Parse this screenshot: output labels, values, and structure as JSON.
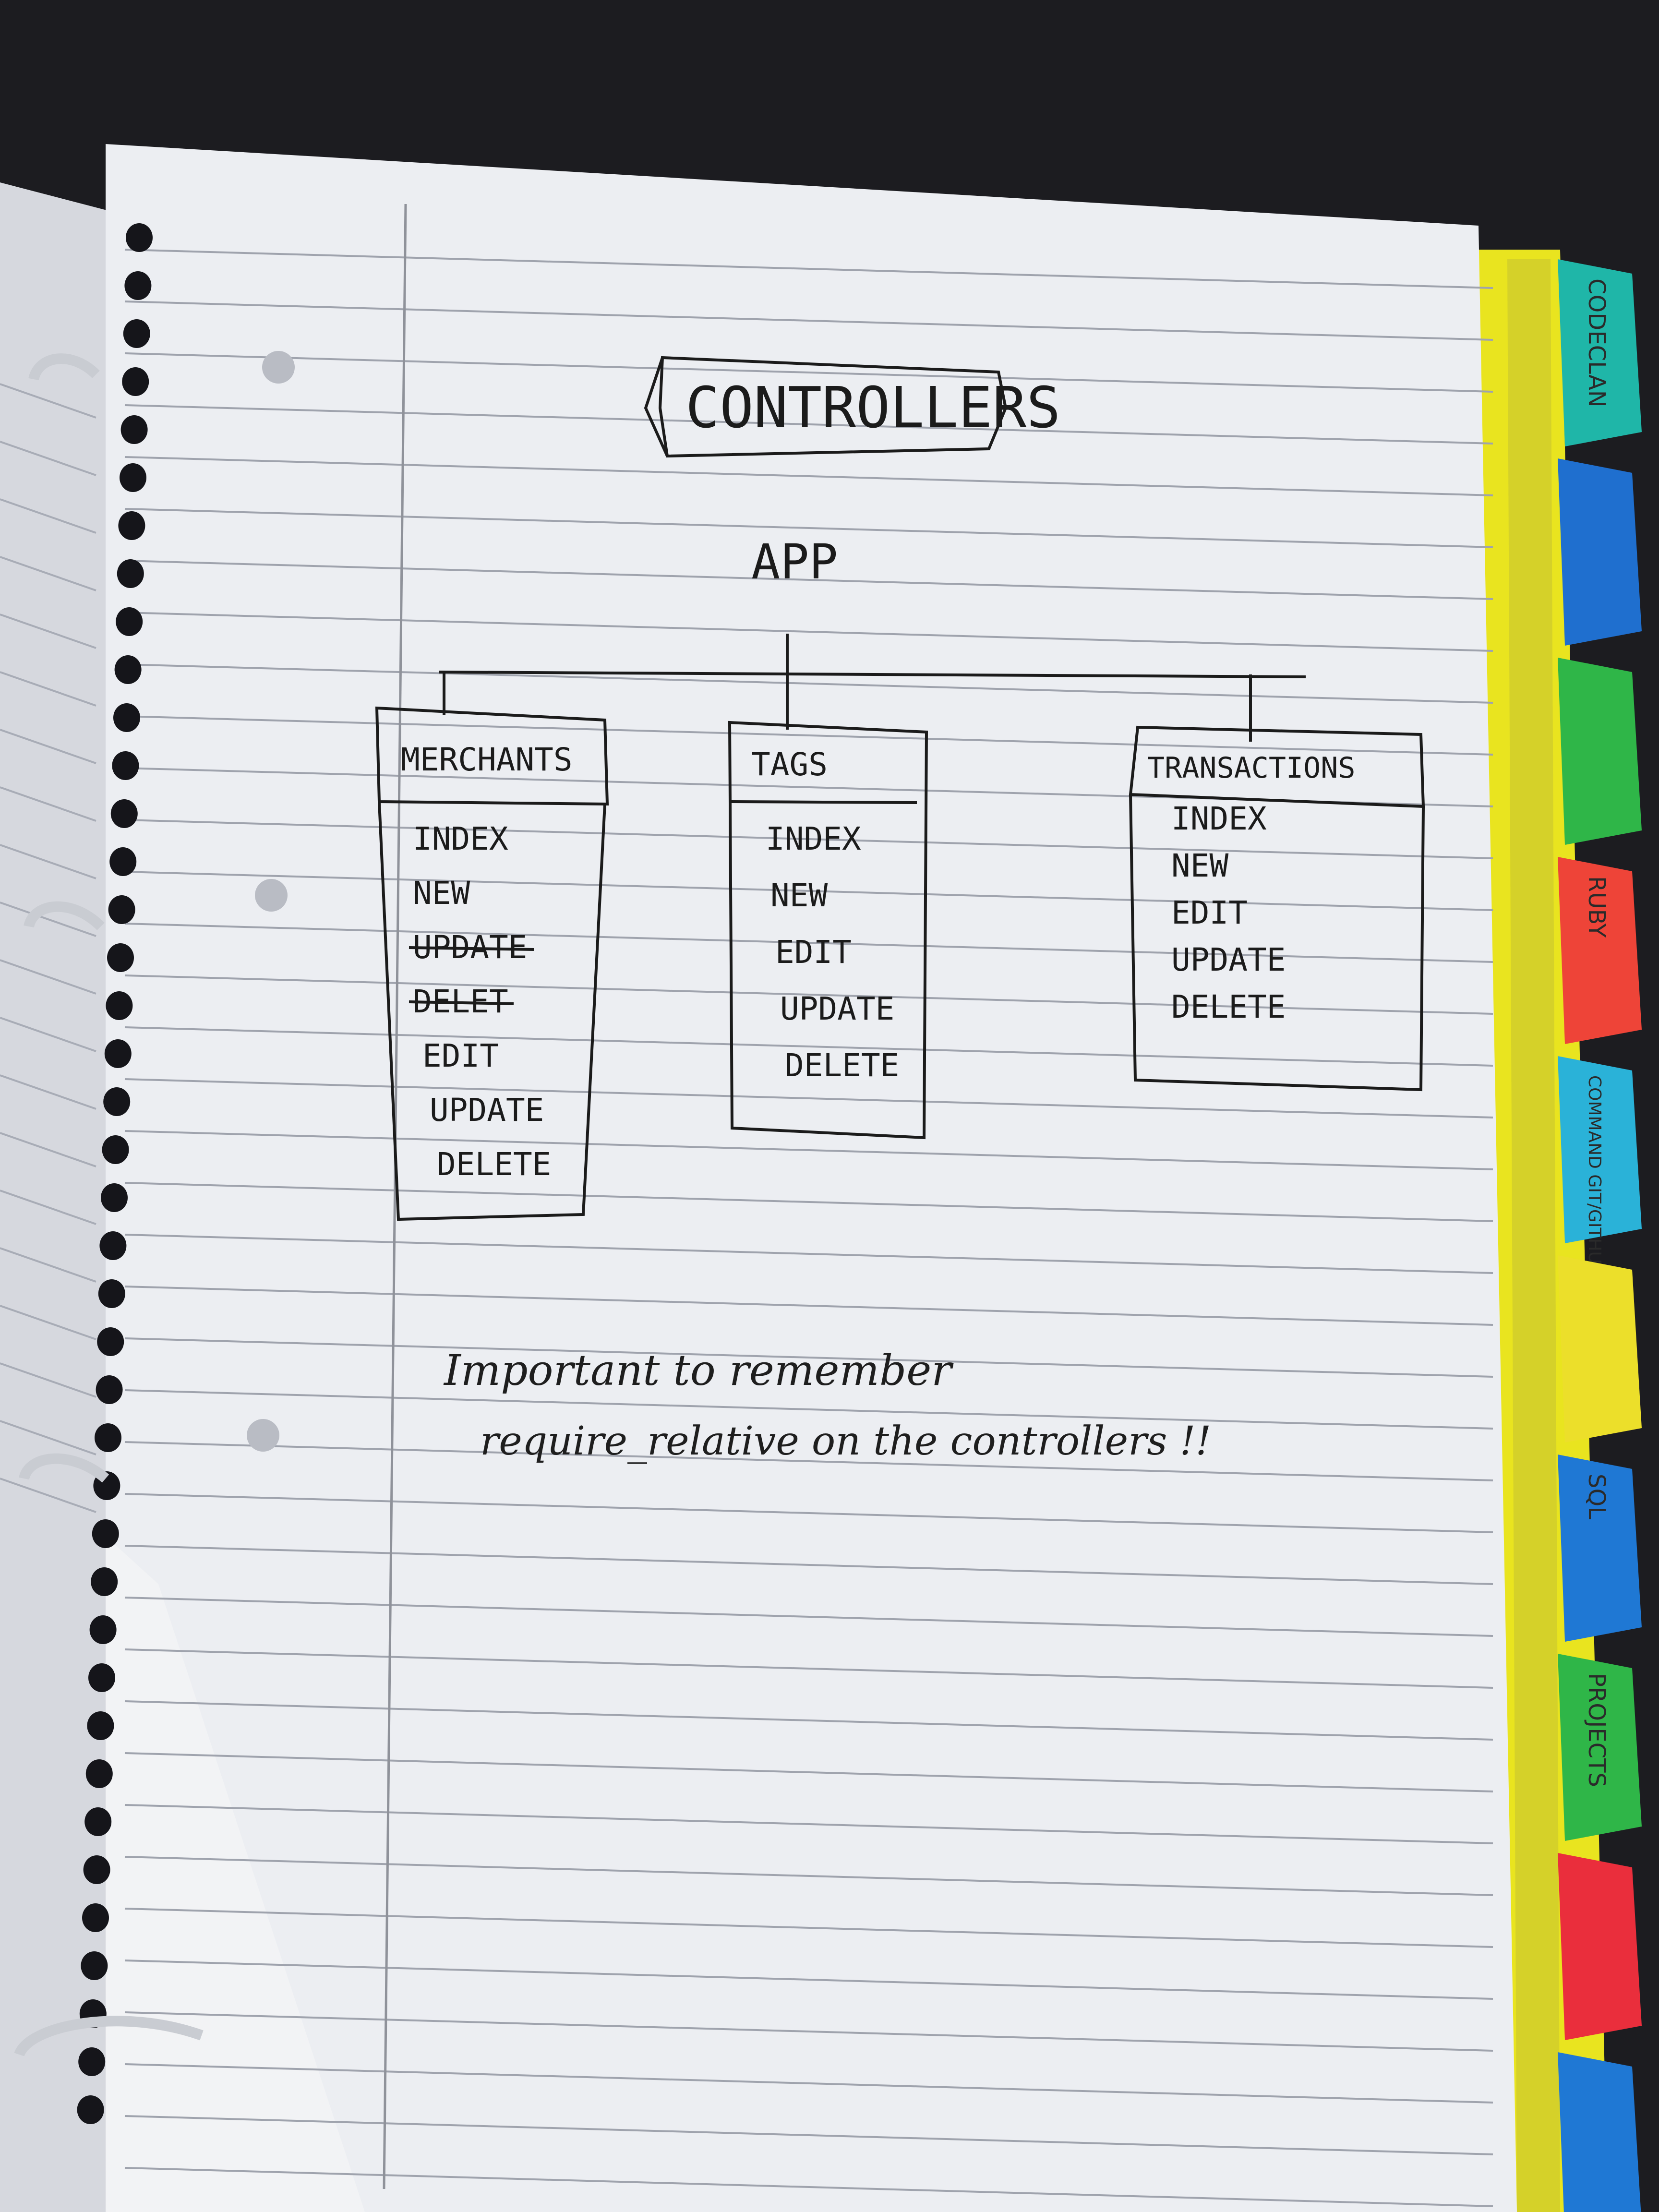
{
  "diagram": {
    "title": "CONTROLLERS",
    "root": "APP",
    "controllers": [
      {
        "name": "MERCHANTS",
        "actions": [
          "INDEX",
          "NEW",
          "UPDATE",
          "DELET",
          "EDIT",
          "UPDATE",
          "DELETE"
        ],
        "struck": [
          false,
          false,
          true,
          true,
          false,
          false,
          false
        ]
      },
      {
        "name": "TAGS",
        "actions": [
          "INDEX",
          "NEW",
          "EDIT",
          "UPDATE",
          "DELETE"
        ],
        "struck": [
          false,
          false,
          false,
          false,
          false
        ]
      },
      {
        "name": "TRANSACTIONS",
        "actions": [
          "INDEX",
          "NEW",
          "EDIT",
          "UPDATE",
          "DELETE"
        ],
        "struck": [
          false,
          false,
          false,
          false,
          false
        ]
      }
    ]
  },
  "note": {
    "line1": "Important to remember",
    "line2": "require_relative on the controllers !!"
  },
  "binder_tabs": [
    {
      "label": "CODECLAN",
      "color": "#1fb6a8"
    },
    {
      "label": "",
      "color": "#1f6fcf"
    },
    {
      "label": "",
      "color": "#2fb648"
    },
    {
      "label": "RUBY",
      "color": "#ee4438"
    },
    {
      "label": "COMMAND GIT/GITHUB",
      "color": "#2ab2d8"
    },
    {
      "label": "",
      "color": "#ecdf2a"
    },
    {
      "label": "SQL",
      "color": "#1f78d4"
    },
    {
      "label": "PROJECTS",
      "color": "#2fb648"
    },
    {
      "label": "",
      "color": "#ea2e3c"
    },
    {
      "label": "",
      "color": "#1f78d4"
    }
  ],
  "colors": {
    "paper": "#eceef2",
    "rule_line": "#9fa3ad",
    "ink": "#1b1b1b",
    "divider_yellow": "#e9e41f",
    "background": "#1c1c20"
  }
}
